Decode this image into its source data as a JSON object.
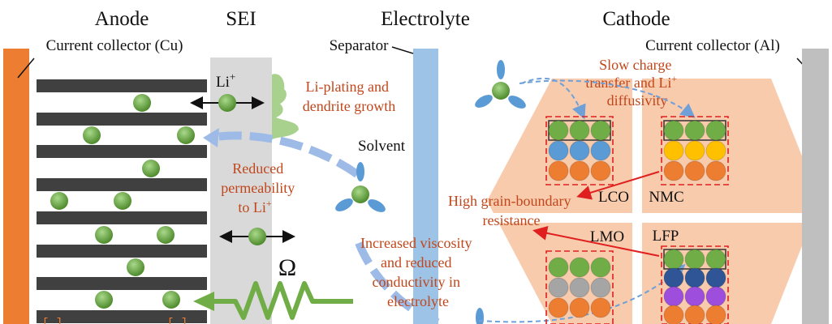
{
  "headers": {
    "anode": "Anode",
    "sei": "SEI",
    "electrolyte": "Electrolyte",
    "cathode": "Cathode"
  },
  "labels": {
    "cc_cu": "Current collector (Cu)",
    "cc_al": "Current collector (Al)",
    "separator": "Separator",
    "li_ion": "Li",
    "li_sup": "+",
    "solvent": "Solvent",
    "omega": "Ω",
    "lco": "LCO",
    "nmc": "NMC",
    "lmo": "LMO",
    "lfp": "LFP"
  },
  "annotations": {
    "li_plating": [
      "Li-plating and",
      "dendrite growth"
    ],
    "reduced_perm": [
      "Reduced",
      "permeability",
      "to Li"
    ],
    "reduced_perm_sup": "+",
    "slow_charge": [
      "Slow charge",
      "transfer and Li",
      "diffusivity"
    ],
    "slow_charge_sup": "+",
    "grain_boundary": [
      "High grain-boundary",
      "resistance"
    ],
    "viscosity": [
      "Increased viscosity",
      "and reduced",
      "conductivity in",
      "electrolyte"
    ]
  },
  "colors": {
    "cu_collector": "#ed7d31",
    "al_collector": "#bfbfbf",
    "graphite": "#404040",
    "sei": "#d9d9d9",
    "separator": "#9dc3e6",
    "cathode_bg": "#f8cbad",
    "li_green": "#70ad47",
    "solvent_blue": "#5b9bd5",
    "annotation_red": "#c0471c",
    "dendrite_green": "#a9d18e"
  },
  "crystals": {
    "lco": {
      "layer_colors": [
        "#70ad47",
        "#5b9bd5",
        "#ed7d31"
      ]
    },
    "nmc": {
      "layer_colors": [
        "#70ad47",
        "#ffc000",
        "#ed7d31"
      ]
    },
    "lmo": {
      "layer_colors": [
        "#70ad47",
        "#a5a5a5",
        "#ed7d31"
      ]
    },
    "lfp": {
      "layer_colors": [
        "#70ad47",
        "#2f5597",
        "#9d4edd",
        "#ed7d31"
      ]
    }
  }
}
